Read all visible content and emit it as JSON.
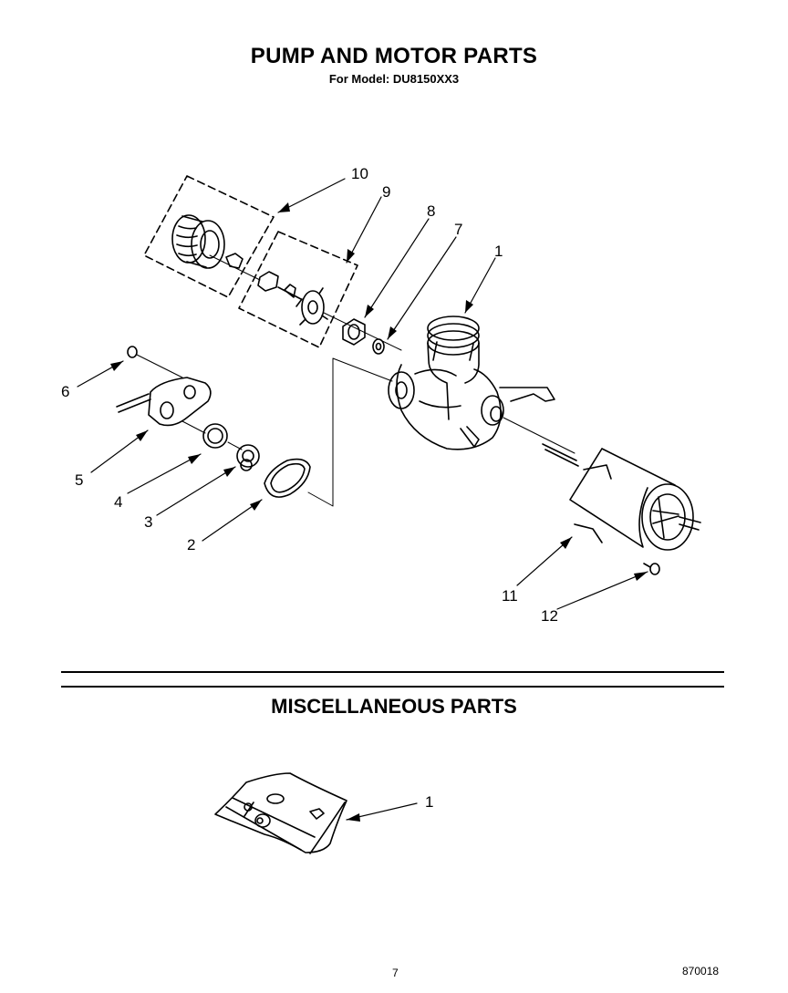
{
  "header": {
    "title": "PUMP AND MOTOR PARTS",
    "subtitle": "For Model: DU8150XX3"
  },
  "section2": {
    "title": "MISCELLANEOUS PARTS"
  },
  "callouts": {
    "c1": "1",
    "c2": "2",
    "c3": "3",
    "c4": "4",
    "c5": "5",
    "c6": "6",
    "c7": "7",
    "c8": "8",
    "c9": "9",
    "c10": "10",
    "c11": "11",
    "c12": "12",
    "misc1": "1"
  },
  "footer": {
    "page": "7",
    "code": "870018"
  }
}
